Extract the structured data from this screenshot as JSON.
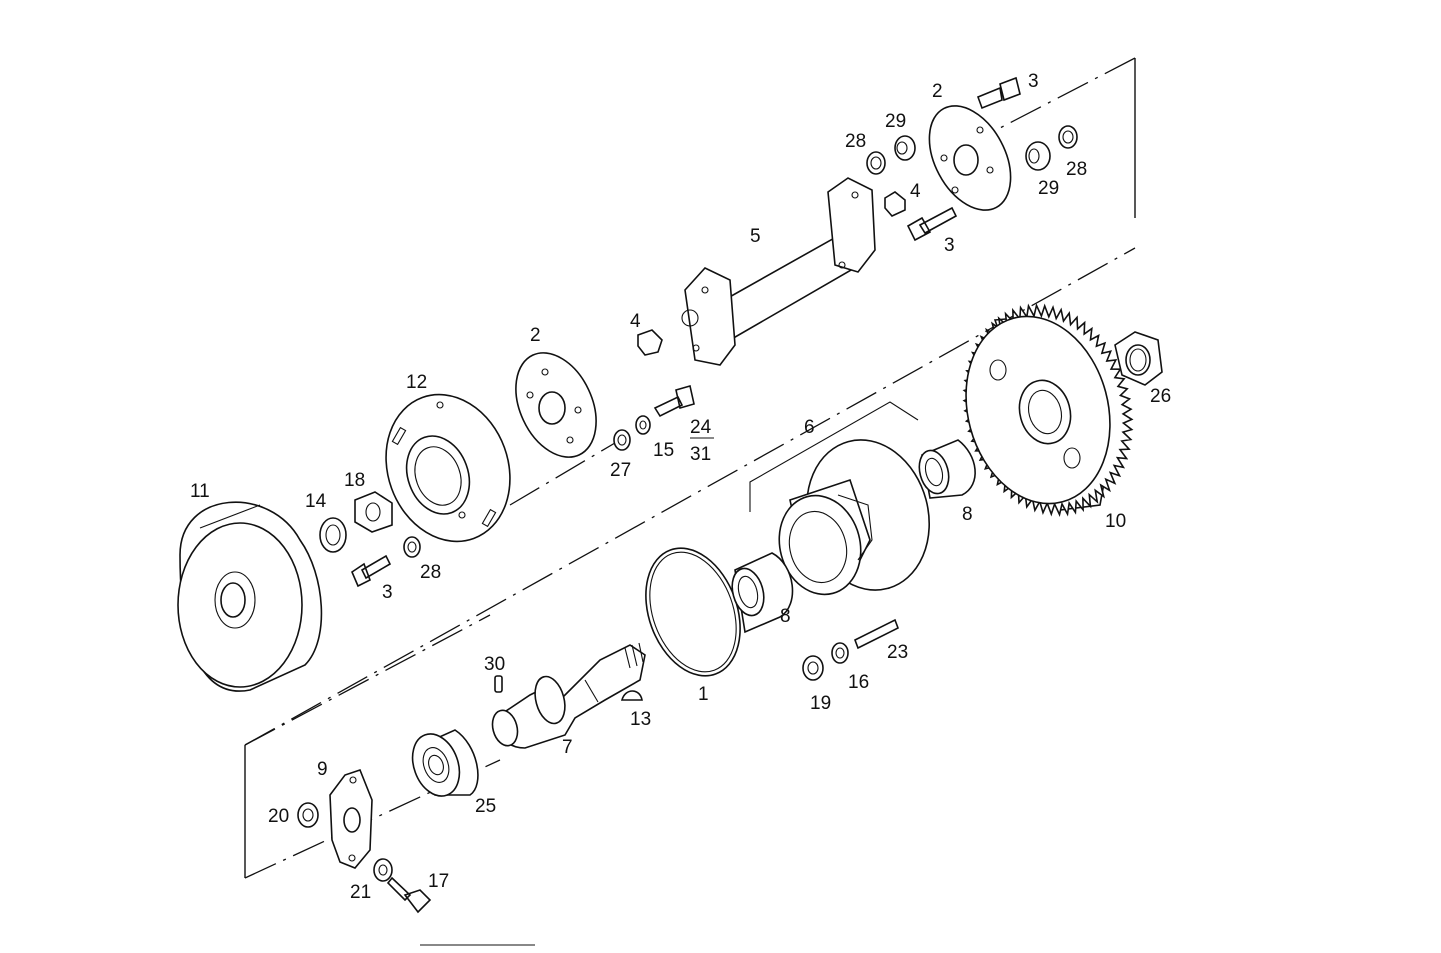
{
  "callouts": [
    {
      "id": "label-1",
      "text": "1"
    },
    {
      "id": "label-2-top",
      "text": "2"
    },
    {
      "id": "label-2-mid",
      "text": "2"
    },
    {
      "id": "label-3-top",
      "text": "3"
    },
    {
      "id": "label-3-mid",
      "text": "3"
    },
    {
      "id": "label-3-left",
      "text": "3"
    },
    {
      "id": "label-4-top",
      "text": "4"
    },
    {
      "id": "label-4-left",
      "text": "4"
    },
    {
      "id": "label-5",
      "text": "5"
    },
    {
      "id": "label-6",
      "text": "6"
    },
    {
      "id": "label-7",
      "text": "7"
    },
    {
      "id": "label-8-left",
      "text": "8"
    },
    {
      "id": "label-8-right",
      "text": "8"
    },
    {
      "id": "label-9",
      "text": "9"
    },
    {
      "id": "label-10",
      "text": "10"
    },
    {
      "id": "label-11",
      "text": "11"
    },
    {
      "id": "label-12",
      "text": "12"
    },
    {
      "id": "label-13",
      "text": "13"
    },
    {
      "id": "label-14",
      "text": "14"
    },
    {
      "id": "label-15",
      "text": "15"
    },
    {
      "id": "label-16",
      "text": "16"
    },
    {
      "id": "label-17",
      "text": "17"
    },
    {
      "id": "label-18",
      "text": "18"
    },
    {
      "id": "label-19",
      "text": "19"
    },
    {
      "id": "label-20",
      "text": "20"
    },
    {
      "id": "label-21",
      "text": "21"
    },
    {
      "id": "label-23",
      "text": "23"
    },
    {
      "id": "label-24",
      "text": "24"
    },
    {
      "id": "label-31",
      "text": "31"
    },
    {
      "id": "label-25",
      "text": "25"
    },
    {
      "id": "label-26",
      "text": "26"
    },
    {
      "id": "label-27",
      "text": "27"
    },
    {
      "id": "label-28-top",
      "text": "28"
    },
    {
      "id": "label-28-right",
      "text": "28"
    },
    {
      "id": "label-28-left",
      "text": "28"
    },
    {
      "id": "label-29-top",
      "text": "29"
    },
    {
      "id": "label-29-right",
      "text": "29"
    },
    {
      "id": "label-30",
      "text": "30"
    }
  ]
}
